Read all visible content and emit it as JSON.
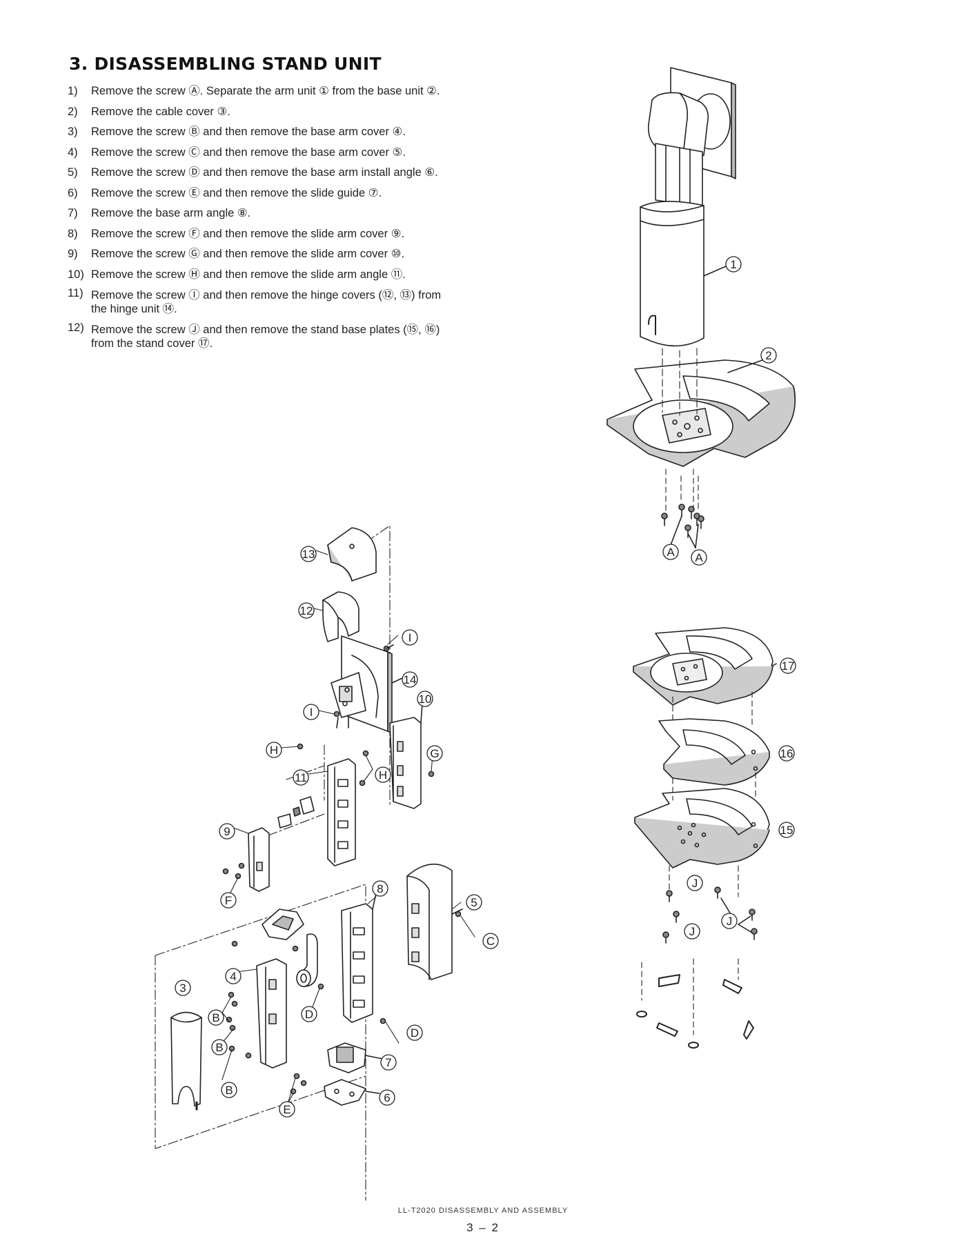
{
  "title": "3. DISASSEMBLING STAND UNIT",
  "steps": [
    {
      "n": "1)",
      "text": "Remove the screw Ⓐ. Separate the arm unit ① from the base unit ②."
    },
    {
      "n": "2)",
      "text": "Remove the cable cover ③."
    },
    {
      "n": "3)",
      "text": "Remove the screw Ⓑ and then remove the base arm cover ④."
    },
    {
      "n": "4)",
      "text": "Remove the screw Ⓒ and then remove the base arm cover ⑤."
    },
    {
      "n": "5)",
      "text": "Remove the screw Ⓓ and then remove the base arm install angle ⑥."
    },
    {
      "n": "6)",
      "text": "Remove the screw Ⓔ and then remove the slide guide ⑦."
    },
    {
      "n": "7)",
      "text": "Remove the base arm angle ⑧."
    },
    {
      "n": "8)",
      "text": "Remove the screw Ⓕ and then remove the slide arm cover ⑨."
    },
    {
      "n": "9)",
      "text": "Remove the screw Ⓖ and then remove the slide arm cover ⑩."
    },
    {
      "n": "10)",
      "text": "Remove the screw Ⓗ and then remove the slide arm angle ⑪."
    },
    {
      "n": "11)",
      "text": "Remove the screw Ⓘ and then remove the hinge covers (⑫, ⑬) from",
      "text2": "the hinge unit ⑭."
    },
    {
      "n": "12)",
      "text": "Remove the screw Ⓙ and then remove the stand base plates (⑮, ⑯)",
      "text2": "from the stand cover ⑰."
    }
  ],
  "callouts": {
    "c1": "1",
    "c2": "2",
    "c3": "3",
    "c4": "4",
    "c5": "5",
    "c6": "6",
    "c7": "7",
    "c8": "8",
    "c9": "9",
    "c10": "10",
    "c11": "11",
    "c12": "12",
    "c13": "13",
    "c14": "14",
    "c15": "15",
    "c16": "16",
    "c17": "17",
    "A": "A",
    "B": "B",
    "C": "C",
    "D": "D",
    "E": "E",
    "F": "F",
    "G": "G",
    "H": "H",
    "I": "I",
    "J": "J"
  },
  "footer": "LL-T2020   DISASSEMBLY AND ASSEMBLY",
  "page_number": "3 – 2"
}
